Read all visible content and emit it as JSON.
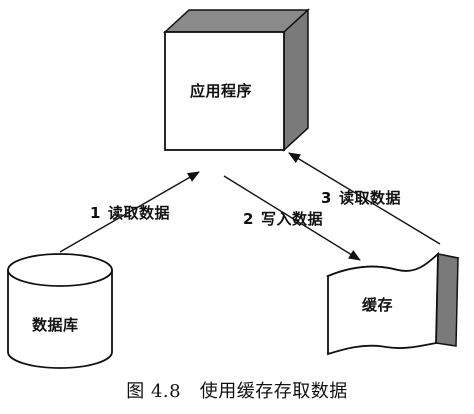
{
  "nodes": {
    "application": {
      "label": "应用程序"
    },
    "database": {
      "label": "数据库"
    },
    "cache": {
      "label": "缓存"
    }
  },
  "edges": [
    {
      "step": "1",
      "label": "读取数据"
    },
    {
      "step": "2",
      "label": "写入数据"
    },
    {
      "step": "3",
      "label": "读取数据"
    }
  ],
  "caption": {
    "figure_number": "图 4.8",
    "title": "使用缓存存取数据"
  }
}
